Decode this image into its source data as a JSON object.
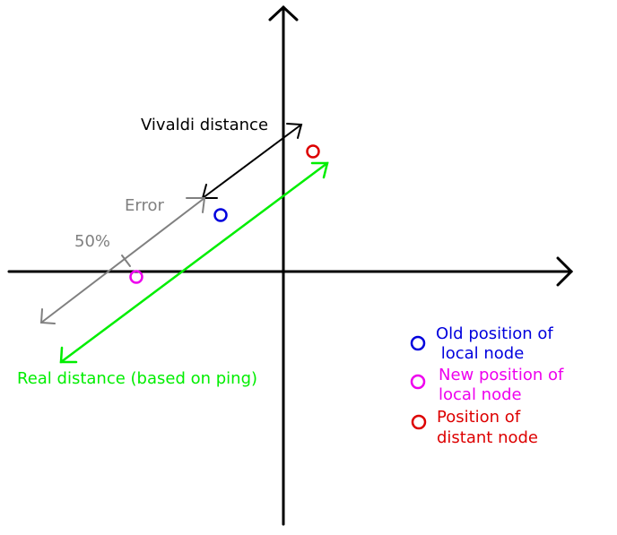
{
  "labels": {
    "vivaldi_distance": "Vivaldi distance",
    "error": "Error",
    "fifty_percent": "50%",
    "real_distance": "Real distance (based on ping)"
  },
  "legend": [
    {
      "color": "#0000dd",
      "line1": "Old position of",
      "line2": " local node"
    },
    {
      "color": "#ee00ee",
      "line1": "New position of",
      "line2": "local node"
    },
    {
      "color": "#dd0000",
      "line1": "Position of",
      "line2": "distant node"
    }
  ],
  "colors": {
    "axes": "#000000",
    "vivaldi": "#000000",
    "error": "#808080",
    "real": "#00ee00",
    "old_node": "#0000dd",
    "new_node": "#ee00ee",
    "distant_node": "#dd0000"
  }
}
